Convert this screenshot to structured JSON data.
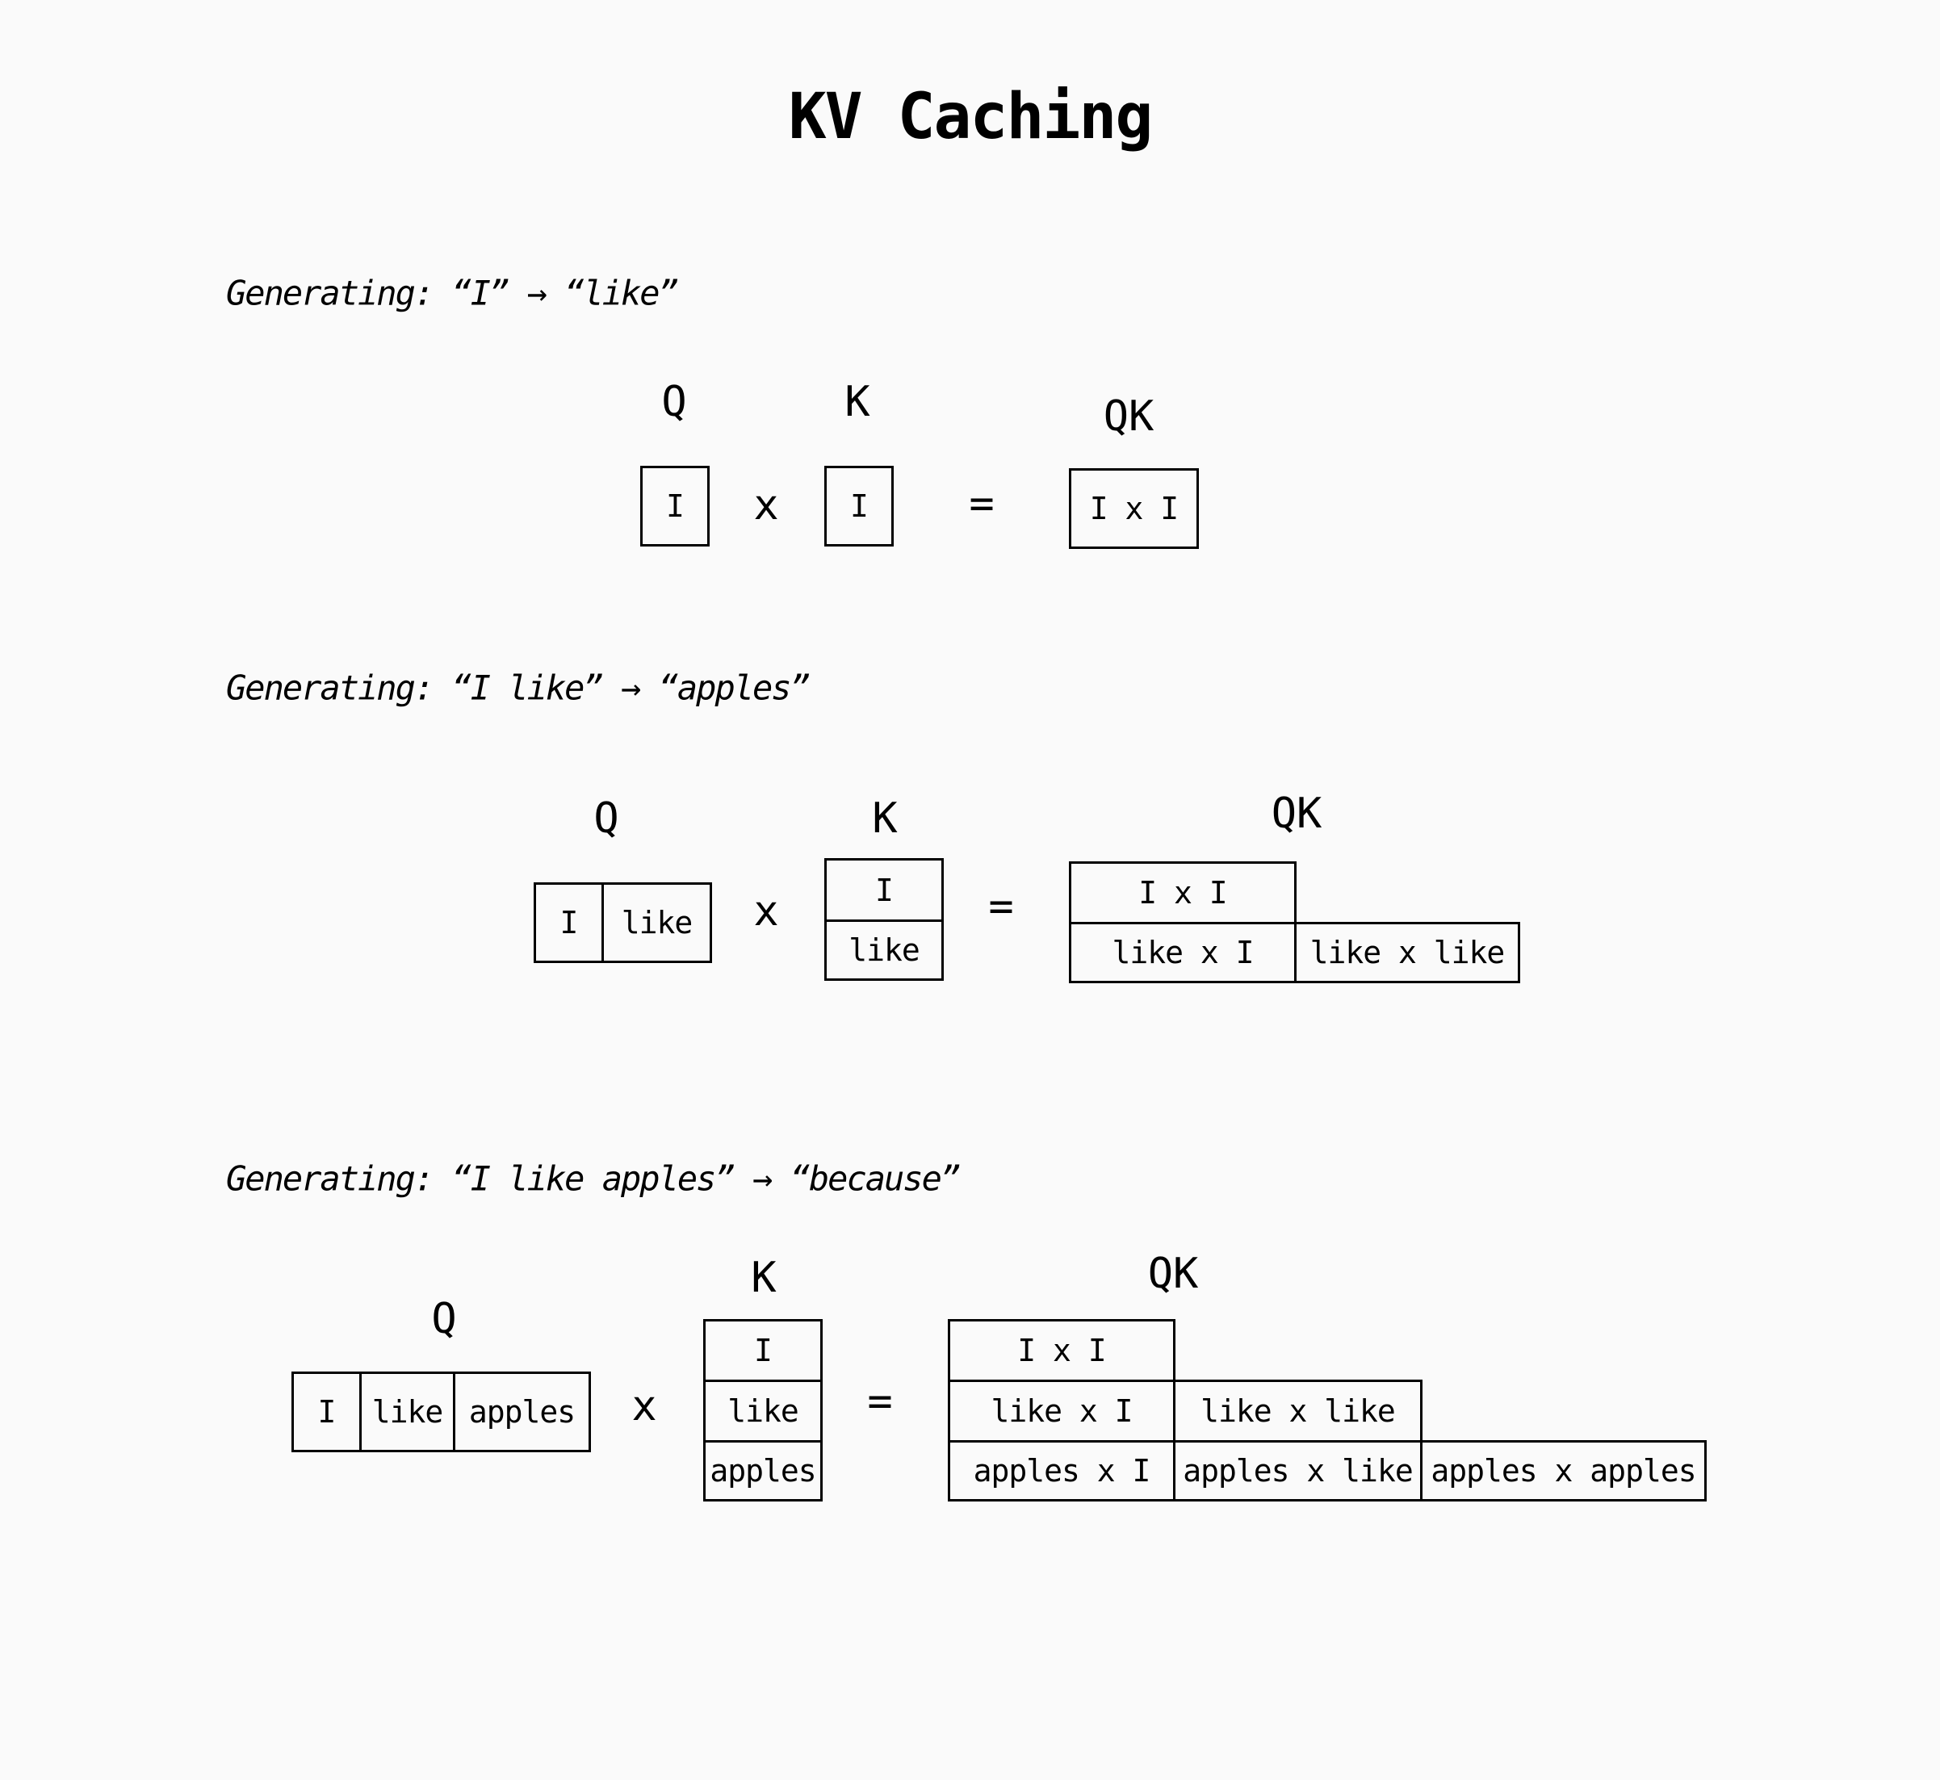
{
  "title": "KV Caching",
  "steps": [
    {
      "caption": "Generating: “I” → “like”",
      "q_label": "Q",
      "k_label": "K",
      "qk_label": "QK",
      "times": "x",
      "equals": "=",
      "q": [
        "I"
      ],
      "k": [
        "I"
      ],
      "qk": [
        [
          "I x I"
        ]
      ]
    },
    {
      "caption": "Generating: “I like” → “apples”",
      "q_label": "Q",
      "k_label": "K",
      "qk_label": "QK",
      "times": "x",
      "equals": "=",
      "q": [
        "I",
        "like"
      ],
      "k": [
        "I",
        "like"
      ],
      "qk": [
        [
          "I x I"
        ],
        [
          "like x I",
          "like x like"
        ]
      ]
    },
    {
      "caption": "Generating: “I like apples” → “because”",
      "q_label": "Q",
      "k_label": "K",
      "qk_label": "QK",
      "times": "x",
      "equals": "=",
      "q": [
        "I",
        "like",
        "apples"
      ],
      "k": [
        "I",
        "like",
        "apples"
      ],
      "qk": [
        [
          "I x I"
        ],
        [
          "like x I",
          "like x like"
        ],
        [
          "apples x I",
          "apples x like",
          "apples x apples"
        ]
      ]
    }
  ]
}
